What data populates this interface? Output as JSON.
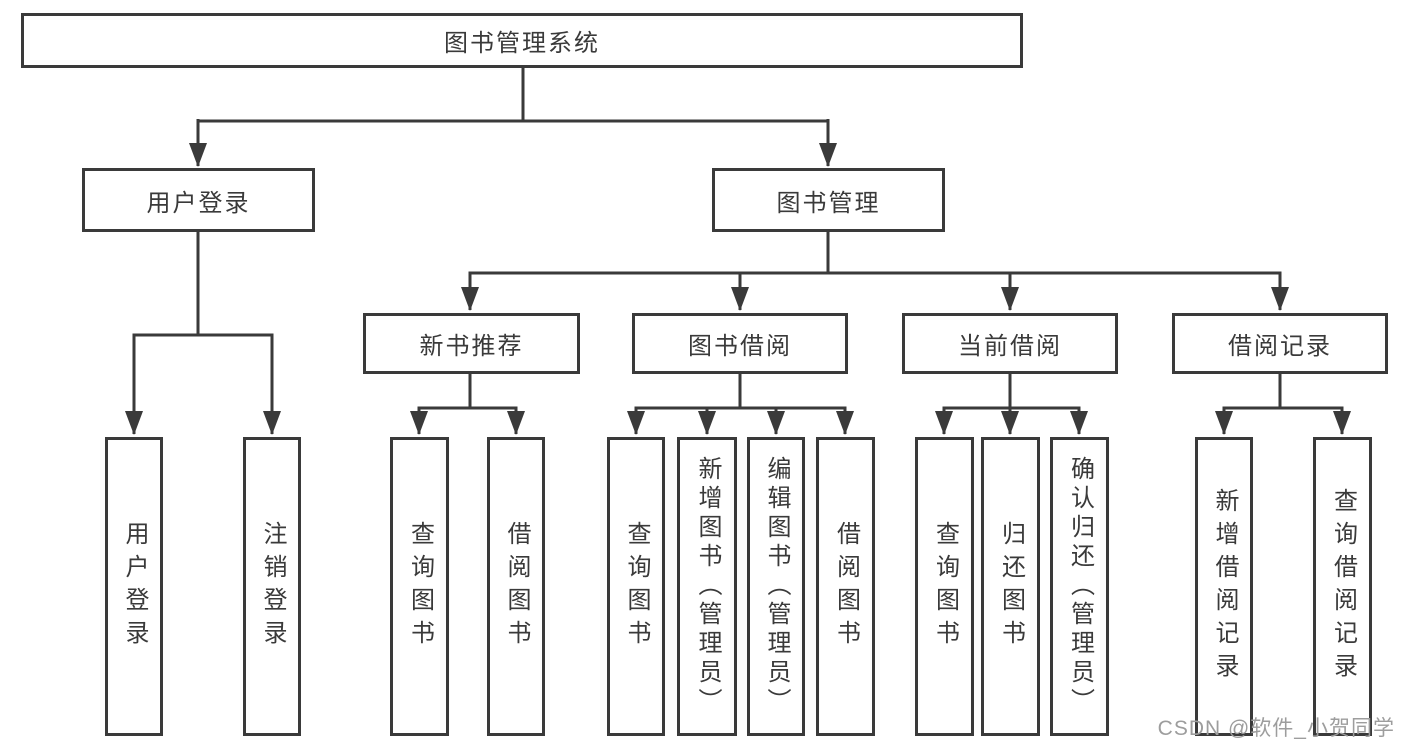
{
  "tree": {
    "root": "图书管理系统",
    "level2": [
      "用户登录",
      "图书管理"
    ],
    "groups": [
      {
        "parent": "用户登录",
        "leaves": [
          "用户登录",
          "注销登录"
        ]
      },
      {
        "parent": "新书推荐",
        "leaves": [
          "查询图书",
          "借阅图书"
        ]
      },
      {
        "parent": "图书借阅",
        "leaves": [
          "查询图书",
          "新增图书（管理员）",
          "编辑图书（管理员）",
          "借阅图书"
        ]
      },
      {
        "parent": "当前借阅",
        "leaves": [
          "查询图书",
          "归还图书",
          "确认归还（管理员）"
        ]
      },
      {
        "parent": "借阅记录",
        "leaves": [
          "新增借阅记录",
          "查询借阅记录"
        ]
      }
    ]
  },
  "watermark": "CSDN @软件_小贺同学",
  "colors": {
    "line": "#3a3a3a",
    "text": "#3a3a3a",
    "watermark_gray": "#9d9d9d",
    "background": "#ffffff"
  }
}
